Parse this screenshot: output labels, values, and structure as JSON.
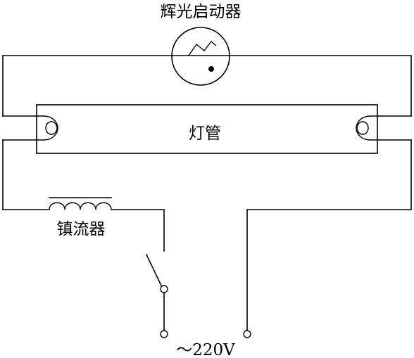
{
  "diagram": {
    "starter_label": "辉光启动器",
    "tube_label": "灯管",
    "ballast_label": "镇流器",
    "voltage_label": "～220V"
  }
}
